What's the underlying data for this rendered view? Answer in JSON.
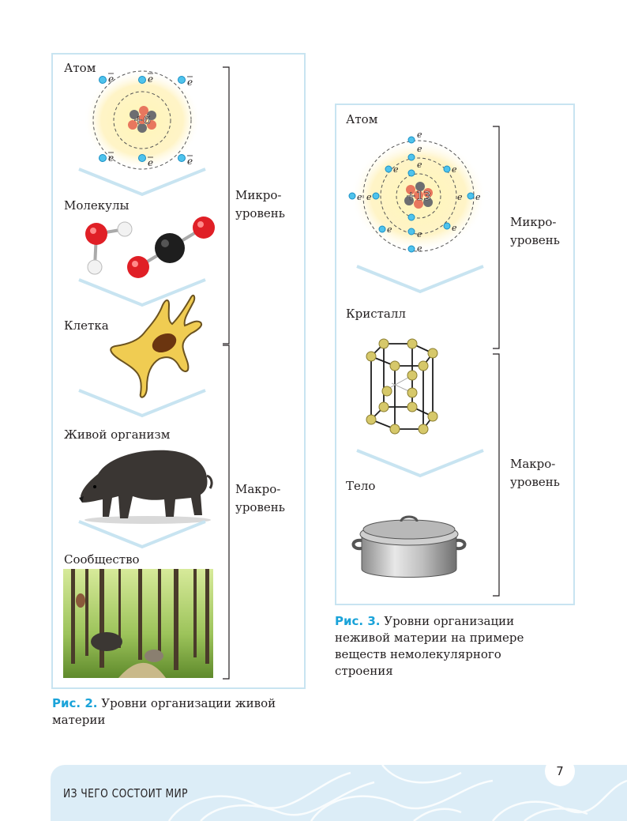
{
  "figure2": {
    "labels": {
      "atom": "Атом",
      "molecules": "Молекулы",
      "cell": "Клетка",
      "organism": "Живой организм",
      "community": "Сообщество"
    },
    "nucleus_charge": "+6",
    "electron": "e",
    "micro_level": "Микро-\nуровень",
    "macro_level": "Макро-\nуровень",
    "caption_num": "Рис. 2.",
    "caption_text": "Уровни организации живой материи"
  },
  "figure3": {
    "labels": {
      "atom": "Атом",
      "crystal": "Кристалл",
      "body": "Тело"
    },
    "nucleus_charge": "+13",
    "electron": "e",
    "micro_level": "Микро-\nуровень",
    "macro_level": "Макро-\nуровень",
    "caption_num": "Рис. 3.",
    "caption_text": "Уровни организации неживой материи на примере веществ немолекулярного строения"
  },
  "footer": {
    "title": "Из чего состоит мир",
    "page_number": "7"
  },
  "colors": {
    "frame": "#c8e4f1",
    "accent": "#1aa3d9",
    "footer": "#dcedf7"
  }
}
